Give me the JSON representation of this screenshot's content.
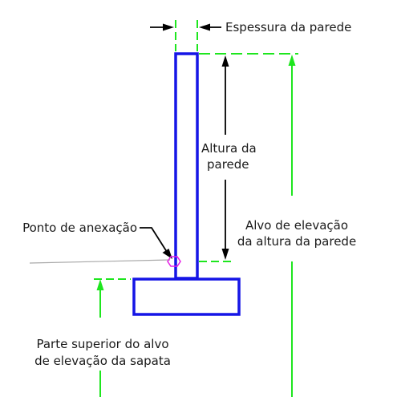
{
  "labels": {
    "wall_thickness": "Espessura da parede",
    "wall_height_line1": "Altura da",
    "wall_height_line2": "parede",
    "attachment_point": "Ponto de anexação",
    "wall_height_target_line1": "Alvo de elevação",
    "wall_height_target_line2": "da altura da parede",
    "footing_top_target_line1": "Parte superior do alvo",
    "footing_top_target_line2": "de elevação da sapata"
  },
  "colors": {
    "wall_outline": "#1515e6",
    "target_lines": "#1ee61e",
    "attachment_marker": "#e61ee6",
    "dimension_lines": "#000000",
    "reference_line": "#a8a8a8"
  }
}
